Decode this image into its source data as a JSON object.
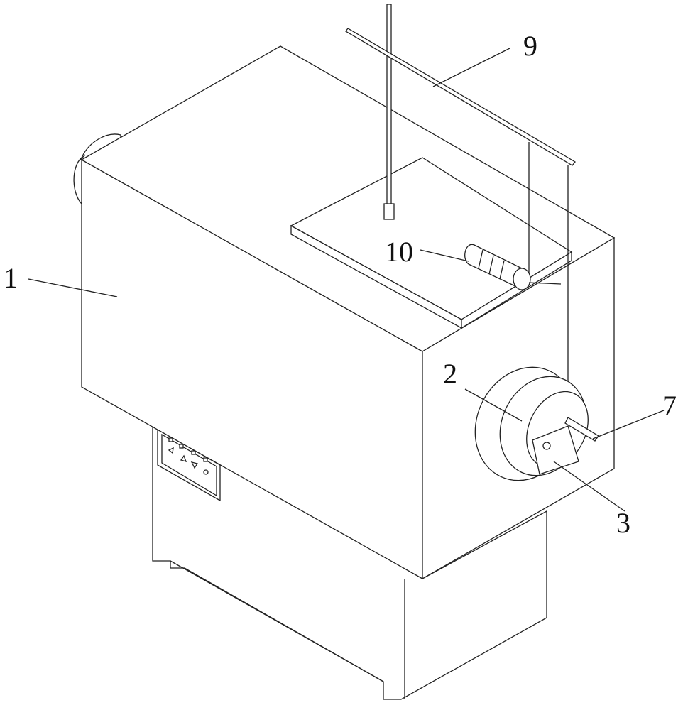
{
  "labels": {
    "body": "1",
    "ring": "2",
    "tray": "3",
    "rod": "7",
    "crossbar": "9",
    "motor": "10"
  }
}
